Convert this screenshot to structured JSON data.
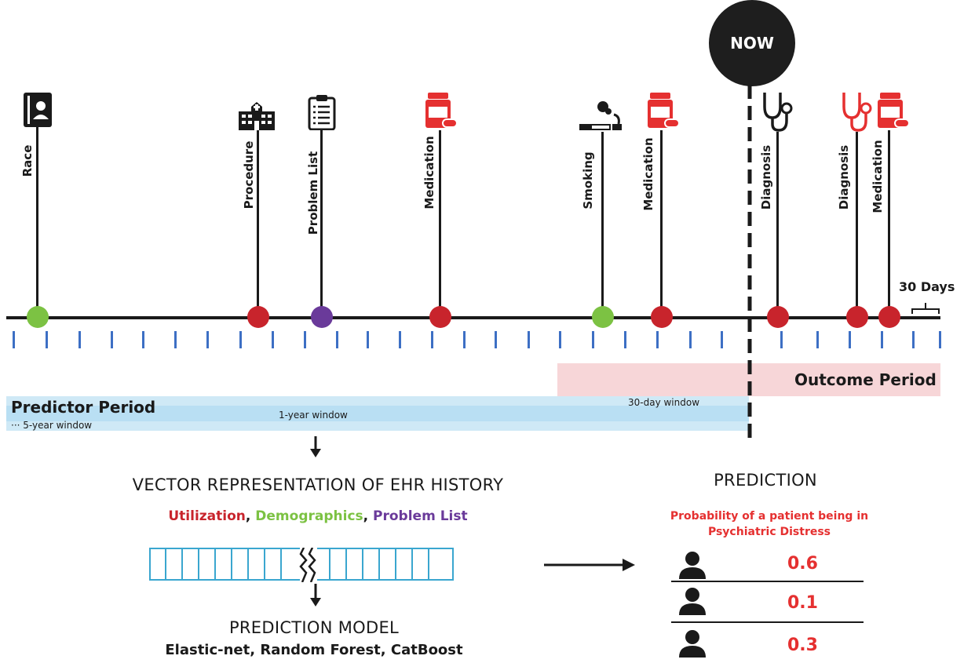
{
  "timeline": {
    "now_label": "NOW",
    "events": [
      {
        "label": "Race",
        "color": "#7cc243",
        "icon": "id-card-icon"
      },
      {
        "label": "Procedure",
        "color": "#c8242c",
        "icon": "hospital-icon"
      },
      {
        "label": "Problem List",
        "color": "#6a3a9a",
        "icon": "clipboard-icon"
      },
      {
        "label": "Medication",
        "color": "#c8242c",
        "icon": "pill-bottle-icon"
      },
      {
        "label": "Smoking",
        "color": "#7cc243",
        "icon": "cigarette-icon"
      },
      {
        "label": "Medication",
        "color": "#c8242c",
        "icon": "pill-bottle-icon"
      },
      {
        "label": "Diagnosis",
        "color": "#c8242c",
        "icon": "stethoscope-icon"
      },
      {
        "label": "Diagnosis",
        "color": "#c8242c",
        "icon": "stethoscope-icon"
      },
      {
        "label": "Medication",
        "color": "#c8242c",
        "icon": "pill-bottle-icon"
      }
    ],
    "days_label": "30 Days"
  },
  "periods": {
    "outcome": "Outcome Period",
    "predictor": "Predictor Period",
    "five_year": "··· 5-year window",
    "one_year": "1-year window",
    "thirty_day": "30-day window"
  },
  "vector": {
    "title": "VECTOR REPRESENTATION OF EHR HISTORY",
    "categories": [
      {
        "text": "Utilization",
        "color": "#c8242c"
      },
      {
        "text": ", ",
        "color": "#1a1a1a"
      },
      {
        "text": "Demographics",
        "color": "#7cc243"
      },
      {
        "text": ", ",
        "color": "#1a1a1a"
      },
      {
        "text": "Problem List",
        "color": "#6a3a9a"
      }
    ]
  },
  "model": {
    "title": "PREDICTION MODEL",
    "methods": "Elastic-net, Random Forest, CatBoost"
  },
  "prediction": {
    "title": "PREDICTION",
    "subtitle_line1": "Probability of a patient being in",
    "subtitle_line2": "Psychiatric Distress",
    "values": [
      "0.6",
      "0.1",
      "0.3"
    ]
  },
  "colors": {
    "red": "#c8242c",
    "green": "#7cc243",
    "purple": "#6a3a9a",
    "tick_blue": "#3d6fc4",
    "outcome_pink": "#f7d6d8",
    "predictor_blue": "#cfe9f6",
    "prob_red": "#e53030"
  }
}
